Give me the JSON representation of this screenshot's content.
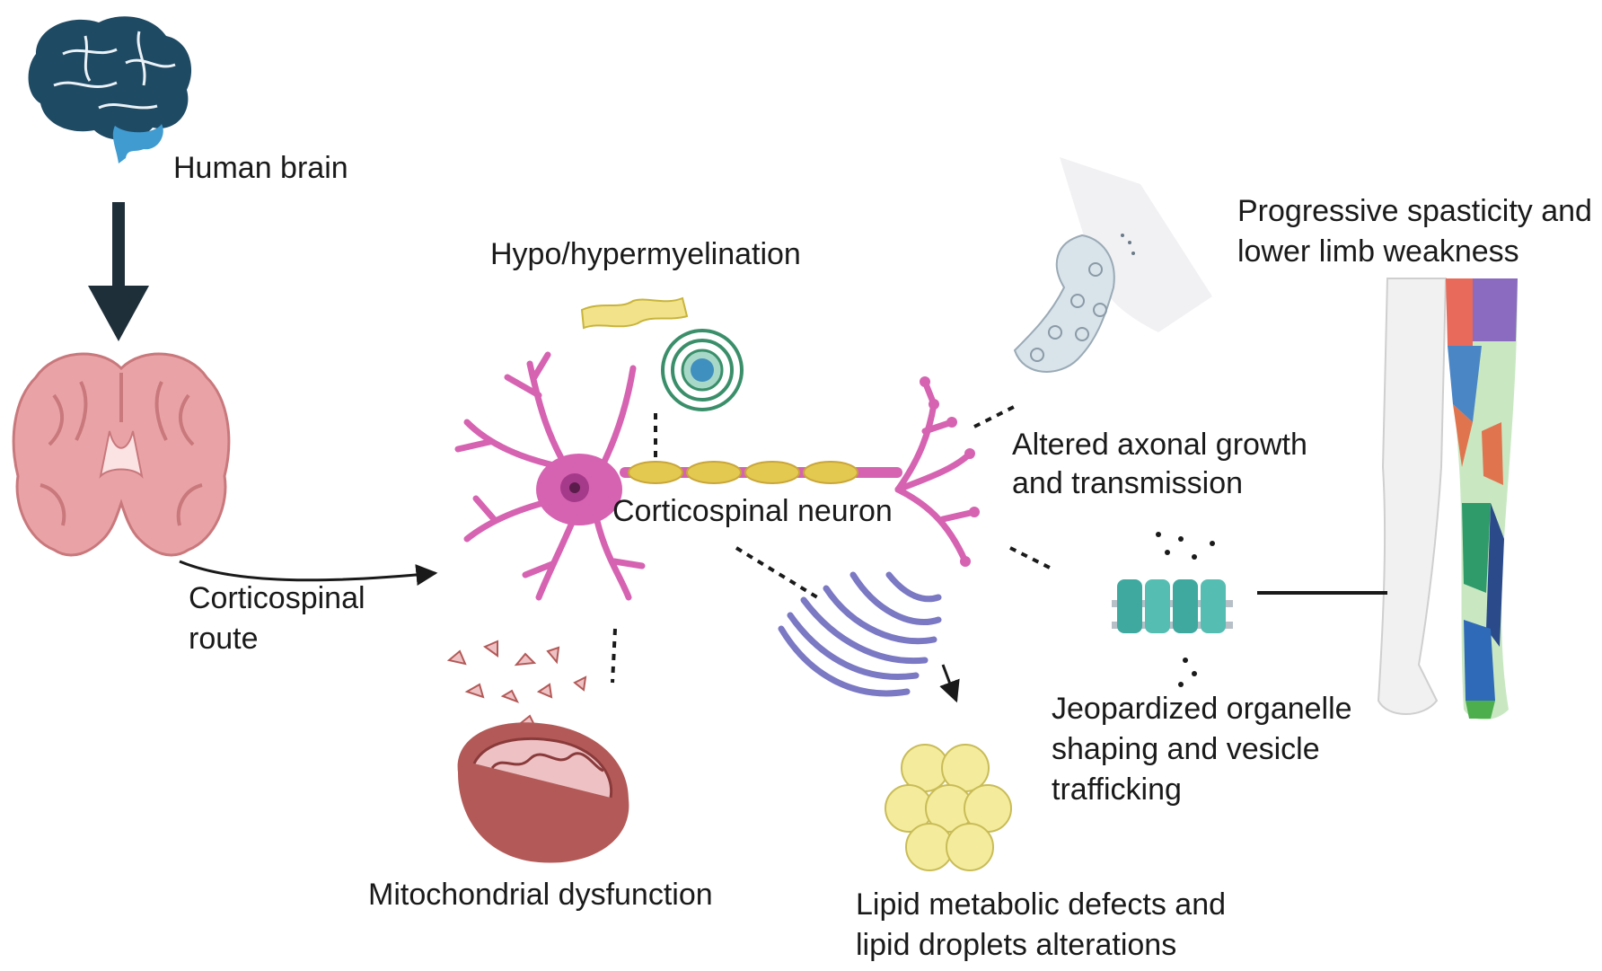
{
  "labels": {
    "human_brain": "Human brain",
    "corticospinal_route_line1": "Corticospinal",
    "corticospinal_route_line2": "route",
    "hypo_hypermyelination": "Hypo/hypermyelination",
    "corticospinal_neuron": "Corticospinal neuron",
    "altered_axonal_line1": "Altered axonal growth",
    "altered_axonal_line2": "and transmission",
    "progressive_line1": "Progressive spasticity and",
    "progressive_line2": "lower limb weakness",
    "jeopardized_line1": "Jeopardized organelle",
    "jeopardized_line2": "shaping and vesicle",
    "jeopardized_line3": "trafficking",
    "mitochondrial": "Mitochondrial dysfunction",
    "lipid_line1": "Lipid metabolic defects and",
    "lipid_line2": "lipid droplets alterations"
  },
  "icons": [
    "brain-icon",
    "down-arrow-icon",
    "brain-coronal-section-icon",
    "neuron-icon",
    "myelin-sheath-icon",
    "synapse-terminal-icon",
    "ion-channel-icon",
    "legs-icon",
    "mitochondrion-icon",
    "endoplasmic-reticulum-icon",
    "lipid-droplets-icon"
  ],
  "colors": {
    "brain_dark": "#1f4a63",
    "brain_blue": "#3f9bd0",
    "section_pink": "#e9a3a6",
    "neuron_magenta": "#d663b2",
    "myelin_yellow": "#e3c94f",
    "mito_red": "#b35a58",
    "er_blue": "#7b78c4",
    "lipid_yellow": "#f4ec9c",
    "channel_teal": "#3fa9a0"
  }
}
